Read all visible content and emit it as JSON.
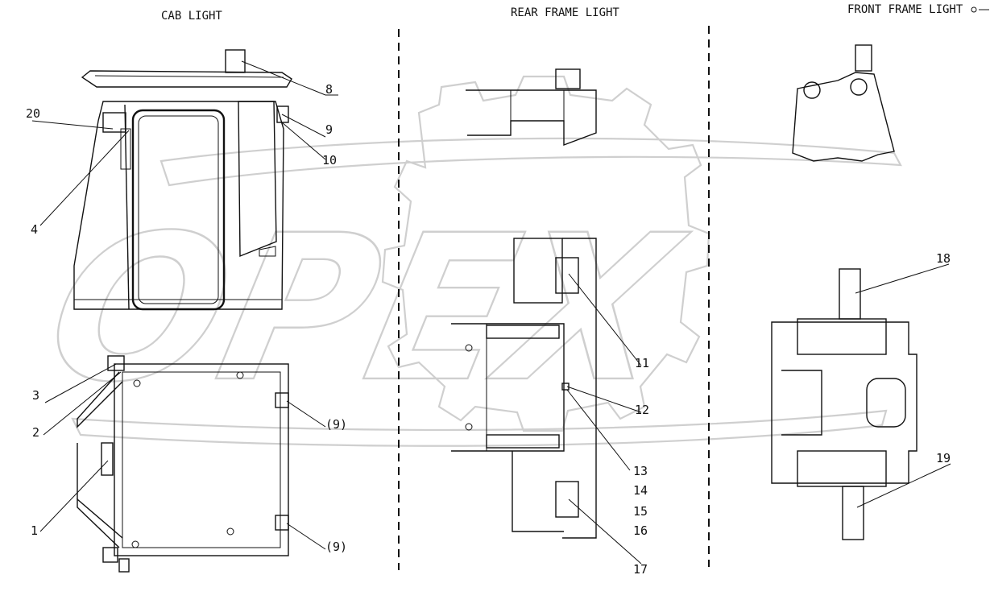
{
  "sections": {
    "cab": "CAB LIGHT",
    "rear": "REAR FRAME LIGHT",
    "front": "FRONT FRAME LIGHT"
  },
  "watermark": "OPEX",
  "callouts": {
    "c1": "1",
    "c2": "2",
    "c3": "3",
    "c4": "4",
    "c8": "8",
    "c9": "9",
    "c10": "10",
    "c20": "20",
    "c9a": "(9)",
    "c9b": "(9)",
    "c11": "11",
    "c12": "12",
    "c13": "13",
    "c14": "14",
    "c15": "15",
    "c16": "16",
    "c17": "17",
    "c18": "18",
    "c19": "19"
  },
  "colors": {
    "line": "#111111",
    "watermark": "#cfcfcf"
  }
}
